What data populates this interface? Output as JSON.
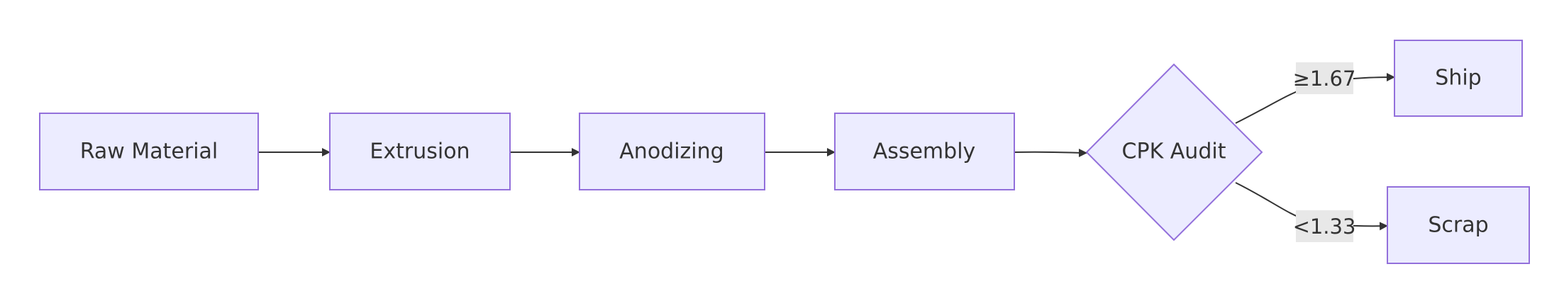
{
  "diagram": {
    "type": "flowchart",
    "direction": "left-to-right",
    "colors": {
      "node_fill": "#ececff",
      "node_stroke": "#9370db",
      "edge": "#333333",
      "label_bg": "#e8e8e8",
      "text": "#333333"
    },
    "nodes": {
      "raw_material": "Raw Material",
      "extrusion": "Extrusion",
      "anodizing": "Anodizing",
      "assembly": "Assembly",
      "cpk_audit": "CPK Audit",
      "ship": "Ship",
      "scrap": "Scrap"
    },
    "edges": [
      {
        "from": "Raw Material",
        "to": "Extrusion",
        "label": ""
      },
      {
        "from": "Extrusion",
        "to": "Anodizing",
        "label": ""
      },
      {
        "from": "Anodizing",
        "to": "Assembly",
        "label": ""
      },
      {
        "from": "Assembly",
        "to": "CPK Audit",
        "label": ""
      },
      {
        "from": "CPK Audit",
        "to": "Ship",
        "label": "≥1.67"
      },
      {
        "from": "CPK Audit",
        "to": "Scrap",
        "label": "<1.33"
      }
    ]
  }
}
